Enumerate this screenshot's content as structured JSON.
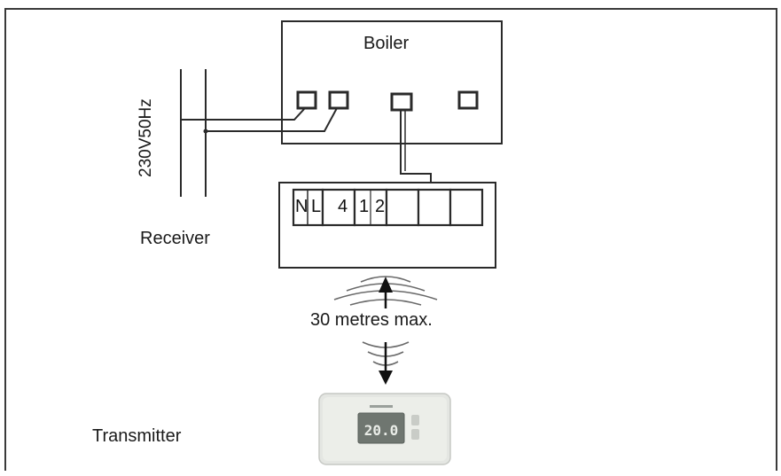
{
  "boiler": {
    "title": "Boiler"
  },
  "supply": {
    "voltage": "230V50Hz"
  },
  "receiver": {
    "label": "Receiver",
    "terminals": [
      "N",
      "L",
      "4",
      "1",
      "2",
      "",
      "",
      ""
    ]
  },
  "link": {
    "distance": "30 metres max."
  },
  "transmitter": {
    "label": "Transmitter",
    "display": "20.0"
  },
  "colors": {
    "line": "#2a2a2a",
    "device_body": "#e4e6e2",
    "display_bg": "#6f7670"
  }
}
